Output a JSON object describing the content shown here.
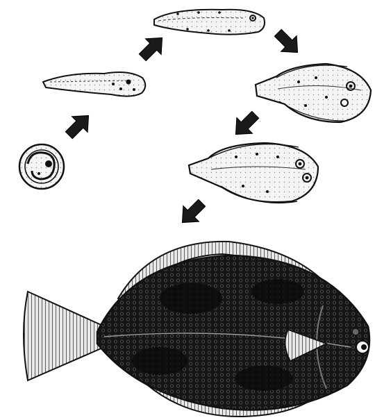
{
  "diagram": {
    "kind": "life-cycle",
    "background": "#ffffff",
    "ink": "#111111",
    "dark": "#1a1a1a",
    "stages": [
      {
        "id": "egg",
        "icon": "fish-egg-icon"
      },
      {
        "id": "larva",
        "icon": "larva-icon"
      },
      {
        "id": "early-juvenile",
        "icon": "juvenile-fish-icon"
      },
      {
        "id": "metamorphosing-juvenile",
        "icon": "metamorphosis-fish-icon"
      },
      {
        "id": "late-juvenile",
        "icon": "flatfish-juvenile-icon"
      },
      {
        "id": "adult",
        "icon": "adult-flounder-icon"
      }
    ],
    "arrows": [
      {
        "from": "egg",
        "to": "larva"
      },
      {
        "from": "larva",
        "to": "early-juvenile"
      },
      {
        "from": "early-juvenile",
        "to": "metamorphosing-juvenile"
      },
      {
        "from": "metamorphosing-juvenile",
        "to": "late-juvenile"
      },
      {
        "from": "late-juvenile",
        "to": "adult"
      }
    ]
  }
}
